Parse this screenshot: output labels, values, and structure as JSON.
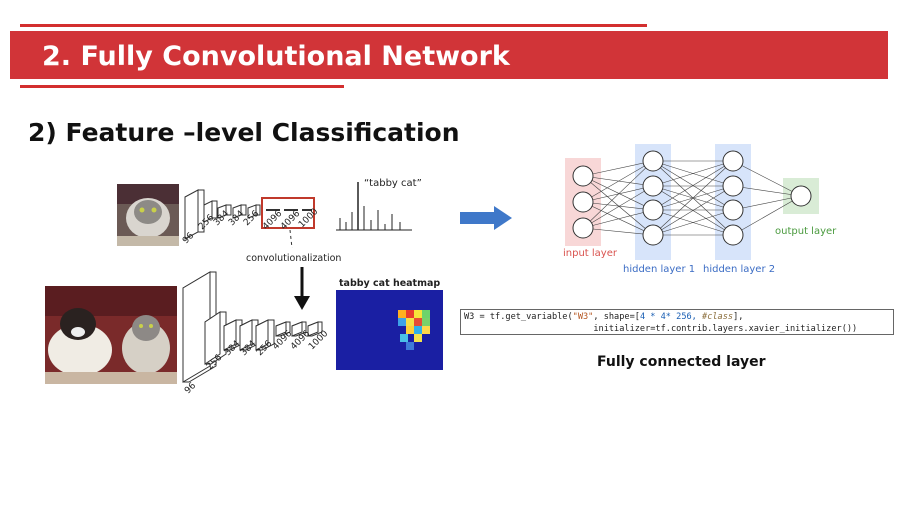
{
  "slide": {
    "section_title": "2. Fully Convolutional Network",
    "subtitle": "2)  Feature –level Classification",
    "caption": "Fully connected layer"
  },
  "cnn_figure": {
    "top_layer_labels": [
      "96",
      "256",
      "384",
      "384",
      "256",
      "4096",
      "4096",
      "1000"
    ],
    "top_class_label": "“tabby cat”",
    "convolutionalization_label": "convolutionalization",
    "bottom_layer_labels": [
      "96",
      "256",
      "384",
      "384",
      "256",
      "4096",
      "4096",
      "1000"
    ],
    "heatmap_label": "tabby cat heatmap"
  },
  "nn_diagram": {
    "input_label": "input layer",
    "hidden1_label": "hidden layer 1",
    "hidden2_label": "hidden layer 2",
    "output_label": "output layer",
    "colors": {
      "input": "#f8d7d7",
      "hidden": "#d7e4fa",
      "output": "#d9ecd6",
      "arrow": "#3f78c9"
    }
  },
  "code": {
    "line1_a": "W3 = tf.get_variable(",
    "line1_str": "\"W3\"",
    "line1_b": ", shape=[",
    "line1_num": "4 * 4* 256, ",
    "line1_cmt": "#class",
    "line1_c": "],",
    "line2": "                         initializer=tf.contrib.layers.xavier_initializer())"
  }
}
